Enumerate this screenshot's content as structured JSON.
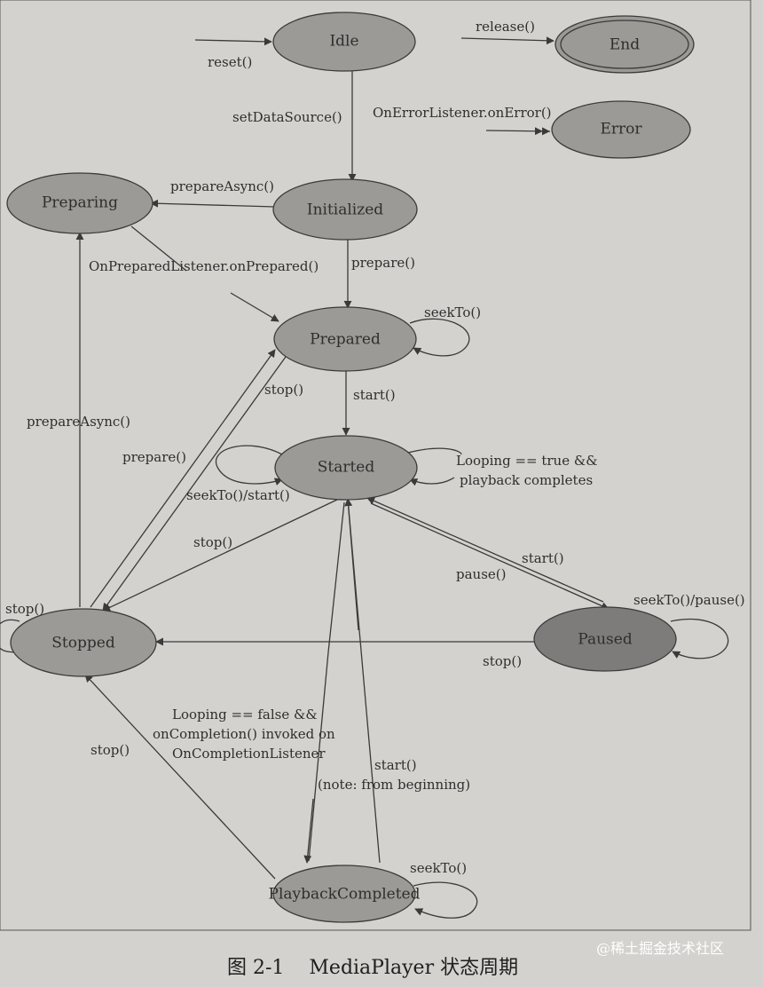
{
  "states": {
    "idle": "Idle",
    "end": "End",
    "error": "Error",
    "initialized": "Initialized",
    "preparing": "Preparing",
    "prepared": "Prepared",
    "started": "Started",
    "paused": "Paused",
    "stopped": "Stopped",
    "playback_completed": "PlaybackCompleted"
  },
  "transitions": {
    "reset": "reset()",
    "release": "release()",
    "on_error": "OnErrorListener.onError()",
    "set_data_source": "setDataSource()",
    "prepare_async_init": "prepareAsync()",
    "prepare_init": "prepare()",
    "on_prepared": "OnPreparedListener.onPrepared()",
    "seekto_prepared": "seekTo()",
    "start_prepared": "start()",
    "stop_prepared": "stop()",
    "prepare_stopped": "prepare()",
    "prepare_async_stopped": "prepareAsync()",
    "seekto_start": "seekTo()/start()",
    "looping_true_line1": "Looping == true &&",
    "looping_true_line2": "playback completes",
    "stop_started": "stop()",
    "start_paused": "start()",
    "pause": "pause()",
    "seekto_pause": "seekTo()/pause()",
    "stop_paused": "stop()",
    "stop_self": "stop()",
    "stop_completed": "stop()",
    "looping_false_line1": "Looping == false &&",
    "looping_false_line2": "onCompletion() invoked on",
    "looping_false_line3": "OnCompletionListener",
    "start_completed_line1": "start()",
    "start_completed_line2": "(note: from beginning)",
    "seekto_completed": "seekTo()"
  },
  "caption": "图 2-1    MediaPlayer 状态周期",
  "watermark": "@稀土掘金技术社区",
  "colors": {
    "page": "#d4d2cf",
    "state_fill": "#9c9a97",
    "paused_fill": "#7e7c7a",
    "line": "#3a3a3a"
  }
}
